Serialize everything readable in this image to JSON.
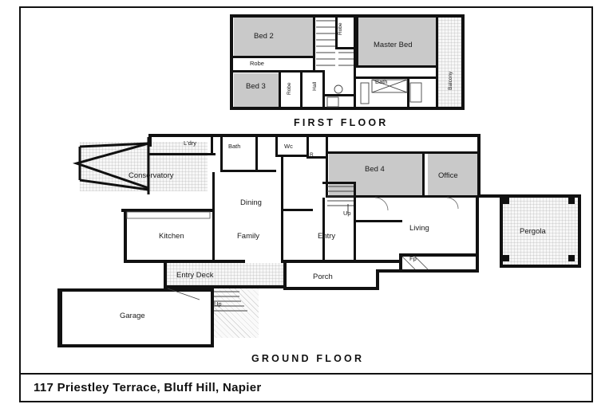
{
  "document": {
    "title": "117 Priestley Terrace, Bluff Hill, Napier",
    "type": "floor-plan"
  },
  "floors": [
    {
      "id": "first-floor",
      "label": "FIRST FLOOR",
      "rooms": [
        {
          "name": "Bed 2",
          "shaded": true
        },
        {
          "name": "Robe",
          "shaded": false
        },
        {
          "name": "Bed 3",
          "shaded": true
        },
        {
          "name": "Robe",
          "shaded": false
        },
        {
          "name": "Robe",
          "shaded": false
        },
        {
          "name": "Hall",
          "shaded": false
        },
        {
          "name": "Master Bed",
          "shaded": true
        },
        {
          "name": "Bath",
          "shaded": false
        },
        {
          "name": "Balcony",
          "shaded": false
        }
      ]
    },
    {
      "id": "ground-floor",
      "label": "GROUND FLOOR",
      "rooms": [
        {
          "name": "L'dry",
          "shaded": false
        },
        {
          "name": "Bath",
          "shaded": false
        },
        {
          "name": "Wc",
          "shaded": false
        },
        {
          "name": "R",
          "shaded": false
        },
        {
          "name": "Conservatory",
          "shaded": false
        },
        {
          "name": "Dining",
          "shaded": false
        },
        {
          "name": "Kitchen",
          "shaded": false
        },
        {
          "name": "Family",
          "shaded": false
        },
        {
          "name": "Entry",
          "shaded": false
        },
        {
          "name": "Bed 4",
          "shaded": true
        },
        {
          "name": "Office",
          "shaded": true
        },
        {
          "name": "Living",
          "shaded": false
        },
        {
          "name": "Pergola",
          "shaded": false
        },
        {
          "name": "Fp",
          "shaded": false
        },
        {
          "name": "Entry Deck",
          "shaded": false
        },
        {
          "name": "Porch",
          "shaded": false
        },
        {
          "name": "Garage",
          "shaded": false
        },
        {
          "name": "Up",
          "shaded": false
        },
        {
          "name": "Up",
          "shaded": false
        }
      ]
    }
  ],
  "labels": {
    "first_floor": "FIRST FLOOR",
    "ground_floor": "GROUND FLOOR",
    "bed2": "Bed 2",
    "bed3": "Bed 3",
    "master_bed": "Master Bed",
    "bath_upper": "Bath",
    "robe_bed2": "Robe",
    "robe_bed3": "Robe",
    "robe_top": "Robe",
    "hall": "Hall",
    "balcony": "Balcony",
    "ldry": "L'dry",
    "bath_lower": "Bath",
    "wc": "Wc",
    "r": "R",
    "conservatory": "Conservatory",
    "dining": "Dining",
    "kitchen": "Kitchen",
    "family": "Family",
    "entry": "Entry",
    "bed4": "Bed 4",
    "office": "Office",
    "living": "Living",
    "pergola": "Pergola",
    "fp": "Fp",
    "entry_deck": "Entry Deck",
    "porch": "Porch",
    "garage": "Garage",
    "up_stairs_1": "Up",
    "up_stairs_2": "Up"
  },
  "colors": {
    "wall": "#111111",
    "shaded_room": "#c9c9c9",
    "background": "#ffffff",
    "text": "#111111"
  }
}
